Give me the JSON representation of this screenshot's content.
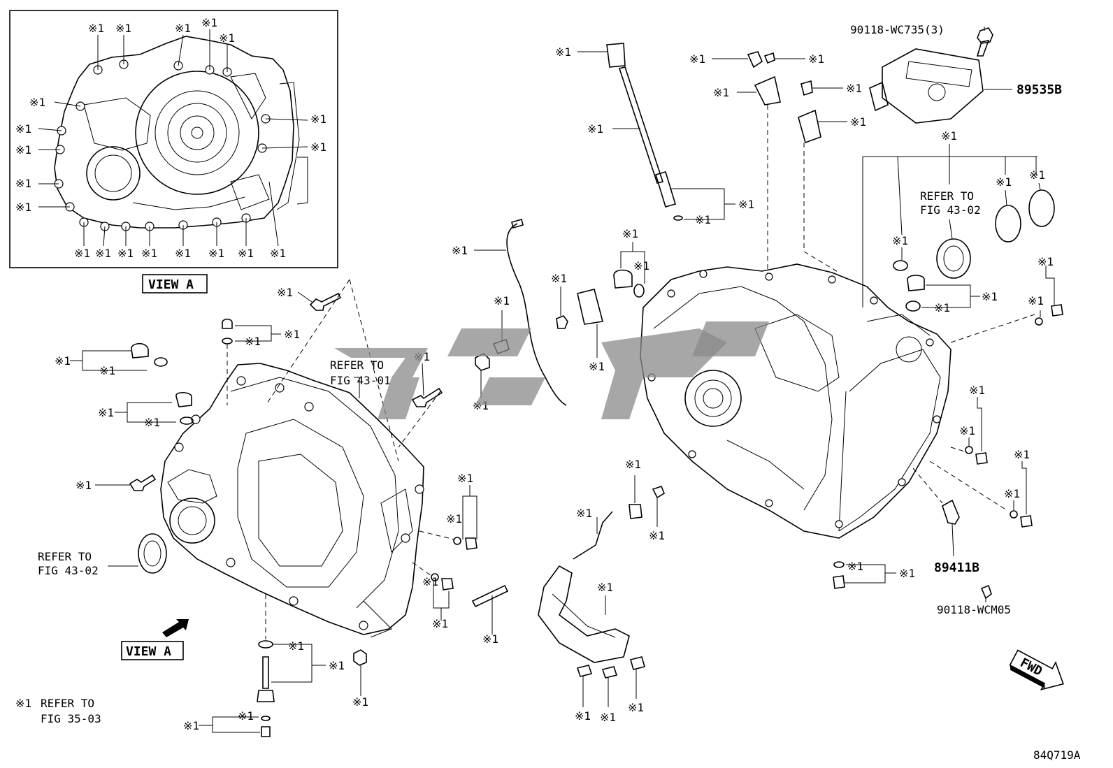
{
  "diagram": {
    "code": "84Q719A",
    "note_marker": "※1",
    "view_label": "VIEW A",
    "note": {
      "marker": "※1",
      "line1": "REFER TO",
      "line2": "FIG 35-03"
    },
    "references": {
      "fig_43_01": {
        "line1": "REFER TO",
        "line2": "FIG 43-01"
      },
      "fig_43_02_left": {
        "line1": "REFER TO",
        "line2": "FIG 43-02"
      },
      "fig_43_02_right": {
        "line1": "REFER TO",
        "line2": "FIG 43-02"
      }
    },
    "part_numbers": {
      "bolt_top": "90118-WC735(3)",
      "module": "89535B",
      "sensor": "89411B",
      "bolt_bottom": "90118-WCM05"
    },
    "fwd_label": "FWD"
  }
}
